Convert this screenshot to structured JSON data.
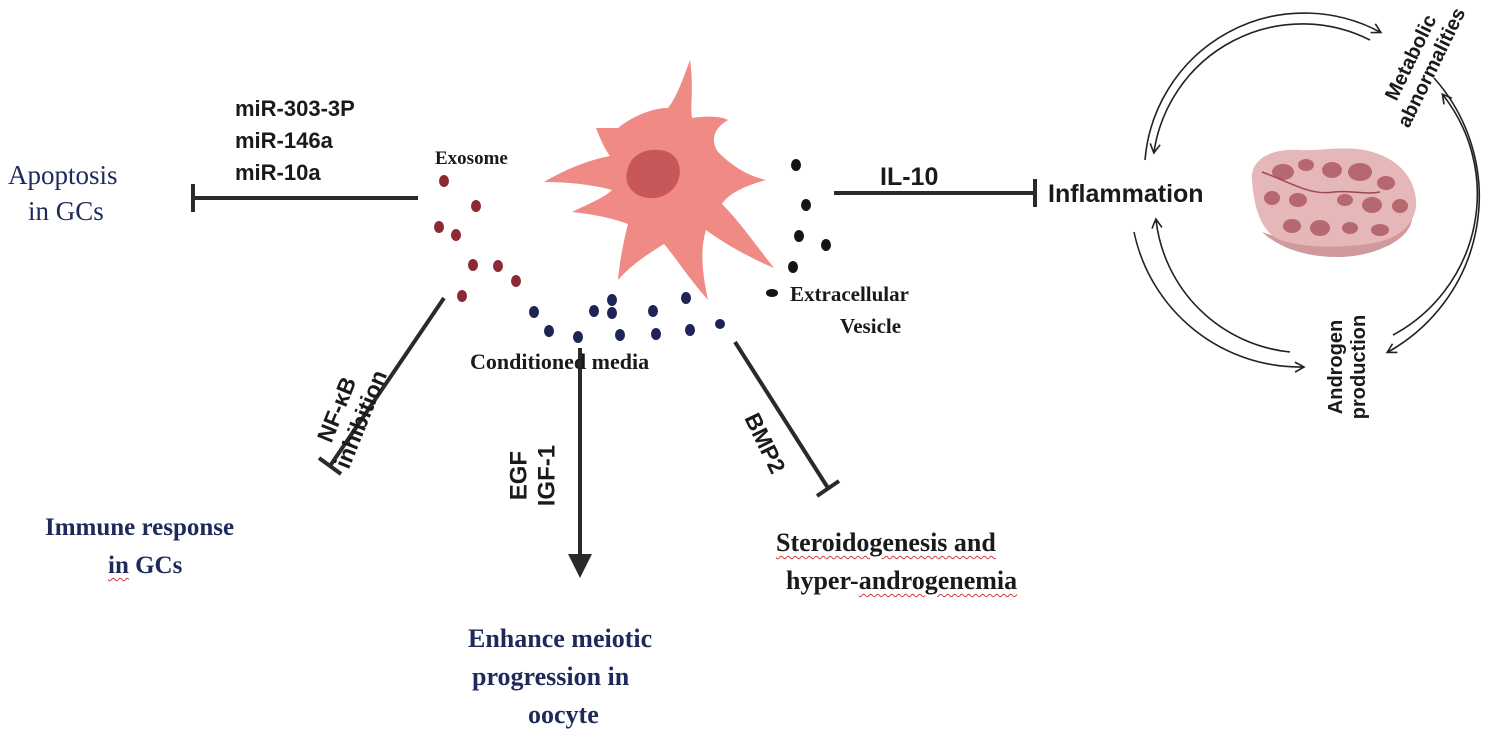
{
  "labels": {
    "mirna_1": "miR-303-3P",
    "mirna_2": "miR-146a",
    "mirna_3": "miR-10a",
    "apoptosis_1": "Apoptosis",
    "apoptosis_2": "in GCs",
    "exosome": "Exosome",
    "il10": "IL-10",
    "inflammation": "Inflammation",
    "extracellular_1": "Extracellular",
    "extracellular_2": "Vesicle",
    "conditioned_media": "Conditioned media",
    "nfkb_1": "NF-κB",
    "nfkb_2": "inhibition",
    "immune_1": "Immune response",
    "immune_2_prefix": "in",
    "immune_2_suffix": "GCs",
    "egf": "EGF",
    "igf1": "IGF-1",
    "bmp2": "BMP2",
    "steroid_1": "Steroidogenesis and",
    "steroid_2_prefix": "hyper-",
    "steroid_2_suffix": "androgenemia",
    "meiotic_1": "Enhance meiotic",
    "meiotic_2": "progression in",
    "meiotic_3": "oocyte",
    "metabolic_1": "Metabolic",
    "metabolic_2": "abnormalities",
    "androgen_1": "Androgen",
    "androgen_2": "production"
  },
  "colors": {
    "cell": "#f08a84",
    "nucleus": "#c8575a",
    "exosome_dots": "#8b2a35",
    "media_dots": "#1e2456",
    "ev_dots": "#141414",
    "ovary": "#e6b7b8",
    "ovary_follicle": "#b5686e",
    "navy_text": "#1f2a5c"
  }
}
